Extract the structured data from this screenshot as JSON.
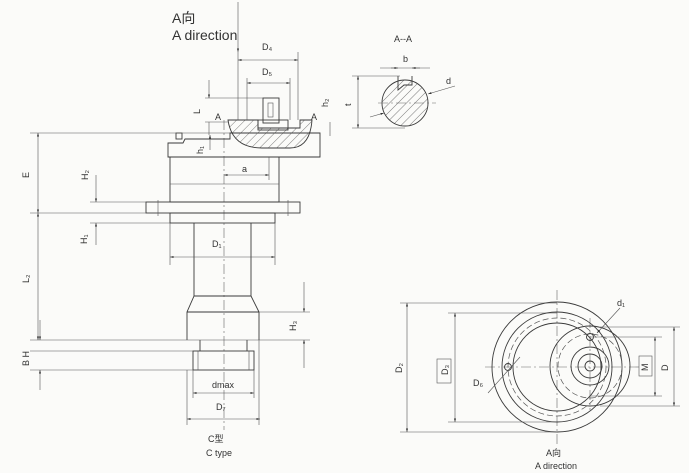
{
  "title": {
    "cn": "A向",
    "en": "A direction"
  },
  "section": {
    "title": "A--A",
    "b": "b",
    "t": "t",
    "d": "d"
  },
  "main_view": {
    "D4": "D₄",
    "D5": "D₅",
    "L": "L",
    "h2": "h₂",
    "h1": "h₁",
    "A_left": "A",
    "A_right": "A",
    "a": "a",
    "E": "E",
    "H2": "H₂",
    "H1": "H₁",
    "D1": "D₁",
    "L2": "L₂",
    "H3": "H₃",
    "BH": "B H",
    "dmax": "dmax",
    "D7": "D₇",
    "caption_cn": "C型",
    "caption_en": "C type"
  },
  "end_view": {
    "D2": "D₂",
    "D3": "D₃",
    "D6": "D₆",
    "d1": "d₁",
    "M": "M",
    "D": "D",
    "caption_cn": "A向",
    "caption_en": "A direction"
  }
}
